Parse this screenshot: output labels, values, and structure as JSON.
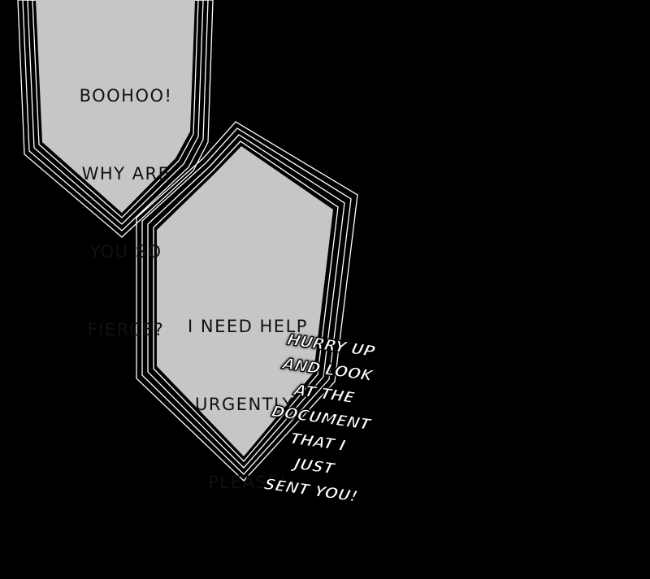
{
  "bubbles": [
    {
      "lines": [
        "BOOHOO!",
        "WHY ARE",
        "YOU SO",
        "FIERCE?"
      ]
    },
    {
      "lines": [
        "I NEED HELP",
        "URGENTLY,",
        "PLEASE!"
      ]
    }
  ],
  "shout": {
    "lines": [
      "HURRY UP",
      "AND LOOK",
      "AT THE",
      "DOCUMENT",
      "THAT I",
      "JUST",
      "SENT YOU!"
    ]
  },
  "colors": {
    "background": "#000000",
    "bubble_fill": "#c6c6c6",
    "border": "#ffffff"
  }
}
